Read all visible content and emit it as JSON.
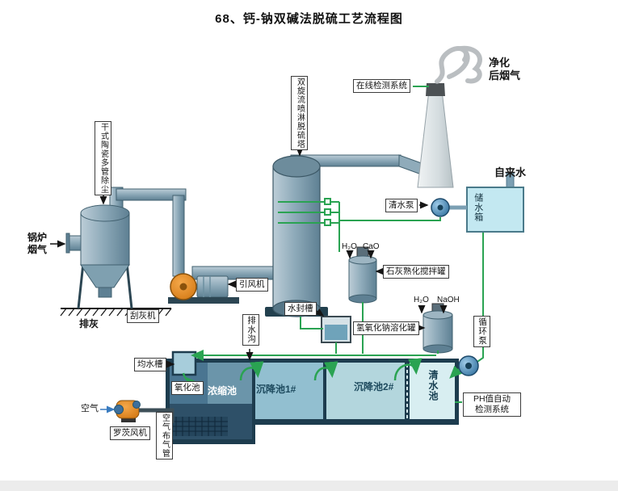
{
  "title": "68、钙-钠双碱法脱硫工艺流程图",
  "colors": {
    "pipe_green": "#2aa352",
    "equipment_steel": "#8fabba",
    "fan_orange": "#e8891f",
    "basin_navy": "#1d3c4e"
  },
  "labels": {
    "dust_collector": "干式陶瓷多管除尘",
    "boiler_flue_gas": "锅炉\n烟气",
    "tower": "双旋流喷淋脱硫塔",
    "online_detection": "在线检测系统",
    "purified_gas": "净化\n后烟气",
    "tap_water": "自来水",
    "storage_tank": "储水箱",
    "clean_water_pump": "清水泵",
    "h2o_1": "H₂O",
    "cao": "CaO",
    "lime_tank": "石灰熟化搅拌罐",
    "id_fan": "引风机",
    "water_seal": "水封槽",
    "drain_ditch": "排水沟",
    "h2o_2": "H₂O",
    "naoh": "NaOH",
    "naoh_tank": "氢氧化钠溶化罐",
    "circulation_pump": "循环泵",
    "ash_scraper": "刮灰机",
    "ash_discharge": "排灰",
    "water_equalize": "均水槽",
    "oxidation_pool": "氧化池",
    "concentration_pool": "浓缩池",
    "settling_pool_1": "沉降池1#",
    "settling_pool_2": "沉降池2#",
    "clean_water_pool": "清水池",
    "ph_detection": "PH值自动\n检测系统",
    "air": "空气",
    "roots_blower": "罗茨风机",
    "air_pipe": "空气布气管"
  }
}
